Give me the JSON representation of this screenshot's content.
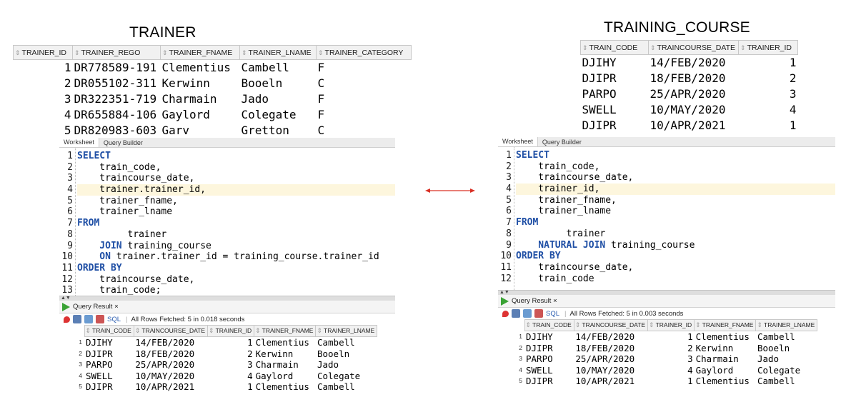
{
  "left_title": "TRAINER",
  "right_title": "TRAINING_COURSE",
  "trainer_table": {
    "columns": [
      "TRAINER_ID",
      "TRAINER_REGO",
      "TRAINER_FNAME",
      "TRAINER_LNAME",
      "TRAINER_CATEGORY"
    ],
    "rows": [
      [
        "1",
        "DR778589-191",
        "Clementius",
        "Cambell",
        "F"
      ],
      [
        "2",
        "DR055102-311",
        "Kerwinn",
        "Booeln",
        "C"
      ],
      [
        "3",
        "DR322351-719",
        "Charmain",
        "Jado",
        "F"
      ],
      [
        "4",
        "DR655884-106",
        "Gaylord",
        "Colegate",
        "F"
      ],
      [
        "5",
        "DR820983-603",
        "Garv",
        "Gretton",
        "C"
      ]
    ]
  },
  "course_table": {
    "columns": [
      "TRAIN_CODE",
      "TRAINCOURSE_DATE",
      "TRAINER_ID"
    ],
    "rows": [
      [
        "DJIHY",
        "14/FEB/2020",
        "1"
      ],
      [
        "DJIPR",
        "18/FEB/2020",
        "2"
      ],
      [
        "PARPO",
        "25/APR/2020",
        "3"
      ],
      [
        "SWELL",
        "10/MAY/2020",
        "4"
      ],
      [
        "DJIPR",
        "10/APR/2021",
        "1"
      ]
    ]
  },
  "left_worksheet": {
    "tabs": [
      "Worksheet",
      "Query Builder"
    ],
    "code": [
      {
        "n": "1",
        "kw": "SELECT",
        "rest": ""
      },
      {
        "n": "2",
        "kw": "",
        "rest": "    train_code,"
      },
      {
        "n": "3",
        "kw": "",
        "rest": "    traincourse_date,"
      },
      {
        "n": "4",
        "kw": "",
        "rest": "    trainer.trainer_id,"
      },
      {
        "n": "5",
        "kw": "",
        "rest": "    trainer_fname,"
      },
      {
        "n": "6",
        "kw": "",
        "rest": "    trainer_lname"
      },
      {
        "n": "7",
        "kw": "FROM",
        "rest": ""
      },
      {
        "n": "8",
        "kw": "",
        "rest": "         trainer"
      },
      {
        "n": "9",
        "kw": "    JOIN",
        "rest": " training_course"
      },
      {
        "n": "10",
        "kw": "    ON",
        "rest": " trainer.trainer_id = training_course.trainer_id"
      },
      {
        "n": "11",
        "kw": "ORDER BY",
        "rest": ""
      },
      {
        "n": "12",
        "kw": "",
        "rest": "    traincourse_date,"
      },
      {
        "n": "13",
        "kw": "",
        "rest": "    train_code;"
      }
    ],
    "result_tab": "Query Result ×",
    "sql_label": "SQL",
    "status": "All Rows Fetched: 5 in 0.018 seconds"
  },
  "right_worksheet": {
    "tabs": [
      "Worksheet",
      "Query Builder"
    ],
    "code": [
      {
        "n": "1",
        "kw": "SELECT",
        "rest": ""
      },
      {
        "n": "2",
        "kw": "",
        "rest": "    train_code,"
      },
      {
        "n": "3",
        "kw": "",
        "rest": "    traincourse_date,"
      },
      {
        "n": "4",
        "kw": "",
        "rest": "    trainer_id,"
      },
      {
        "n": "5",
        "kw": "",
        "rest": "    trainer_fname,"
      },
      {
        "n": "6",
        "kw": "",
        "rest": "    trainer_lname"
      },
      {
        "n": "7",
        "kw": "FROM",
        "rest": ""
      },
      {
        "n": "8",
        "kw": "",
        "rest": "         trainer"
      },
      {
        "n": "9",
        "kw": "    NATURAL JOIN",
        "rest": " training_course"
      },
      {
        "n": "10",
        "kw": "ORDER BY",
        "rest": ""
      },
      {
        "n": "11",
        "kw": "",
        "rest": "    traincourse_date,"
      },
      {
        "n": "12",
        "kw": "",
        "rest": "    train_code"
      }
    ],
    "result_tab": "Query Result ×",
    "sql_label": "SQL",
    "status": "All Rows Fetched: 5 in 0.003 seconds"
  },
  "result_table": {
    "columns": [
      "TRAIN_CODE",
      "TRAINCOURSE_DATE",
      "TRAINER_ID",
      "TRAINER_FNAME",
      "TRAINER_LNAME"
    ],
    "rows": [
      [
        "1",
        "DJIHY",
        "14/FEB/2020",
        "1",
        "Clementius",
        "Cambell"
      ],
      [
        "2",
        "DJIPR",
        "18/FEB/2020",
        "2",
        "Kerwinn",
        "Booeln"
      ],
      [
        "3",
        "PARPO",
        "25/APR/2020",
        "3",
        "Charmain",
        "Jado"
      ],
      [
        "4",
        "SWELL",
        "10/MAY/2020",
        "4",
        "Gaylord",
        "Colegate"
      ],
      [
        "5",
        "DJIPR",
        "10/APR/2021",
        "1",
        "Clementius",
        "Cambell"
      ]
    ]
  },
  "colors": {
    "keyword": "#1f4fa5",
    "arrow": "#d93025",
    "highlight": "#fdf6dd",
    "run_icon": "#3aa335"
  }
}
